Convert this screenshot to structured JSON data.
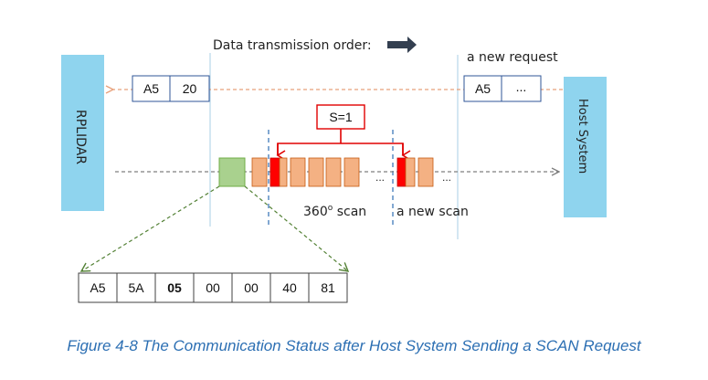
{
  "diagram": {
    "order_label": "Data transmission order:",
    "left_device": "RPLIDAR",
    "right_device": "Host System",
    "response_cells": [
      "A5",
      "20"
    ],
    "request_label": "a new request",
    "request_cells": [
      "A5",
      "..."
    ],
    "s_label": "S=1",
    "scan_label": "360",
    "scan_label_sup": "o",
    "scan_label_suffix": " scan",
    "new_scan_label": "a new scan",
    "ellipsis_1": "...",
    "ellipsis_2": "...",
    "detail_cells": [
      "A5",
      "5A",
      "05",
      "00",
      "00",
      "40",
      "81"
    ],
    "detail_bold_index": 2,
    "colors": {
      "device": "#8fd4ee",
      "header": "#a9d18e",
      "sample": "#f4b183",
      "sync": "#ff0000",
      "arrow_red": "#e8a07a",
      "guide": "#2f6fb5",
      "dark_arrow": "#333f50"
    }
  },
  "caption": "Figure 4-8 The Communication Status after Host System Sending a SCAN Request"
}
